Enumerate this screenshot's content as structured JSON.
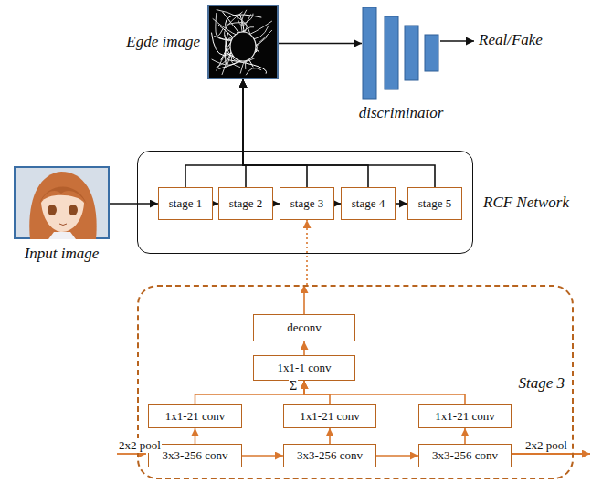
{
  "diagram": {
    "nodes": [
      {
        "text": [
          "Input image"
        ]
      },
      {
        "text": [
          "RCF Network"
        ]
      },
      {
        "text": [
          "stage 1"
        ],
        "in": 1
      },
      {
        "text": [
          "stage 2"
        ],
        "in": 1
      },
      {
        "text": [
          "stage 3"
        ],
        "in": 1
      },
      {
        "text": [
          "stage 4"
        ],
        "in": 1
      },
      {
        "text": [
          "stage 5"
        ],
        "in": 1
      },
      {
        "text": [
          "Egde image"
        ]
      },
      {
        "text": [
          "discriminator"
        ]
      },
      {
        "text": [
          "Stage 3"
        ]
      },
      {
        "text": [
          "deconv"
        ],
        "in": 9
      },
      {
        "text": [
          "1x1-1 conv"
        ],
        "in": 9
      },
      {
        "text": [
          "1x1-21 conv"
        ],
        "in": 9
      },
      {
        "text": [
          "1x1-21 conv"
        ],
        "in": 9
      },
      {
        "text": [
          "1x1-21 conv"
        ],
        "in": 9
      },
      {
        "text": [
          "3x3-256 conv"
        ],
        "in": 9
      },
      {
        "text": [
          "3x3-256 conv"
        ],
        "in": 9
      },
      {
        "text": [
          "3x3-256 conv"
        ],
        "in": 9
      }
    ],
    "edges": [
      {
        "from": 0,
        "to": 2,
        "arrow": "to"
      },
      {
        "from": 2,
        "to": 3,
        "arrow": "to"
      },
      {
        "from": 3,
        "to": 4,
        "arrow": "to"
      },
      {
        "from": 4,
        "to": 5,
        "arrow": "to"
      },
      {
        "from": 5,
        "to": 6,
        "arrow": "to"
      },
      {
        "from": 2,
        "to": 7,
        "arrow": "to"
      },
      {
        "from": 3,
        "to": 7,
        "arrow": "to"
      },
      {
        "from": 4,
        "to": 7,
        "arrow": "to"
      },
      {
        "from": 5,
        "to": 7,
        "arrow": "to"
      },
      {
        "from": 6,
        "to": 7,
        "arrow": "to"
      },
      {
        "from": 7,
        "to": 8,
        "arrow": "to"
      },
      {
        "from": 9,
        "to": 4,
        "arrow": "to"
      },
      {
        "from": 15,
        "to": 16,
        "arrow": "to"
      },
      {
        "from": 16,
        "to": 17,
        "arrow": "to"
      },
      {
        "from": 15,
        "to": 12,
        "arrow": "to"
      },
      {
        "from": 16,
        "to": 13,
        "arrow": "to"
      },
      {
        "from": 17,
        "to": 14,
        "arrow": "to"
      },
      {
        "from": 12,
        "to": 11,
        "arrow": "to"
      },
      {
        "from": 13,
        "to": 11,
        "arrow": "to"
      },
      {
        "from": 14,
        "to": 11,
        "arrow": "to"
      },
      {
        "from": 11,
        "to": 10,
        "arrow": "to"
      },
      {
        "from": 10,
        "to": 9,
        "arrow": "to"
      }
    ],
    "labels": [
      "Real/Fake",
      "Σ",
      "2x2 pool",
      "2x2 pool"
    ]
  }
}
